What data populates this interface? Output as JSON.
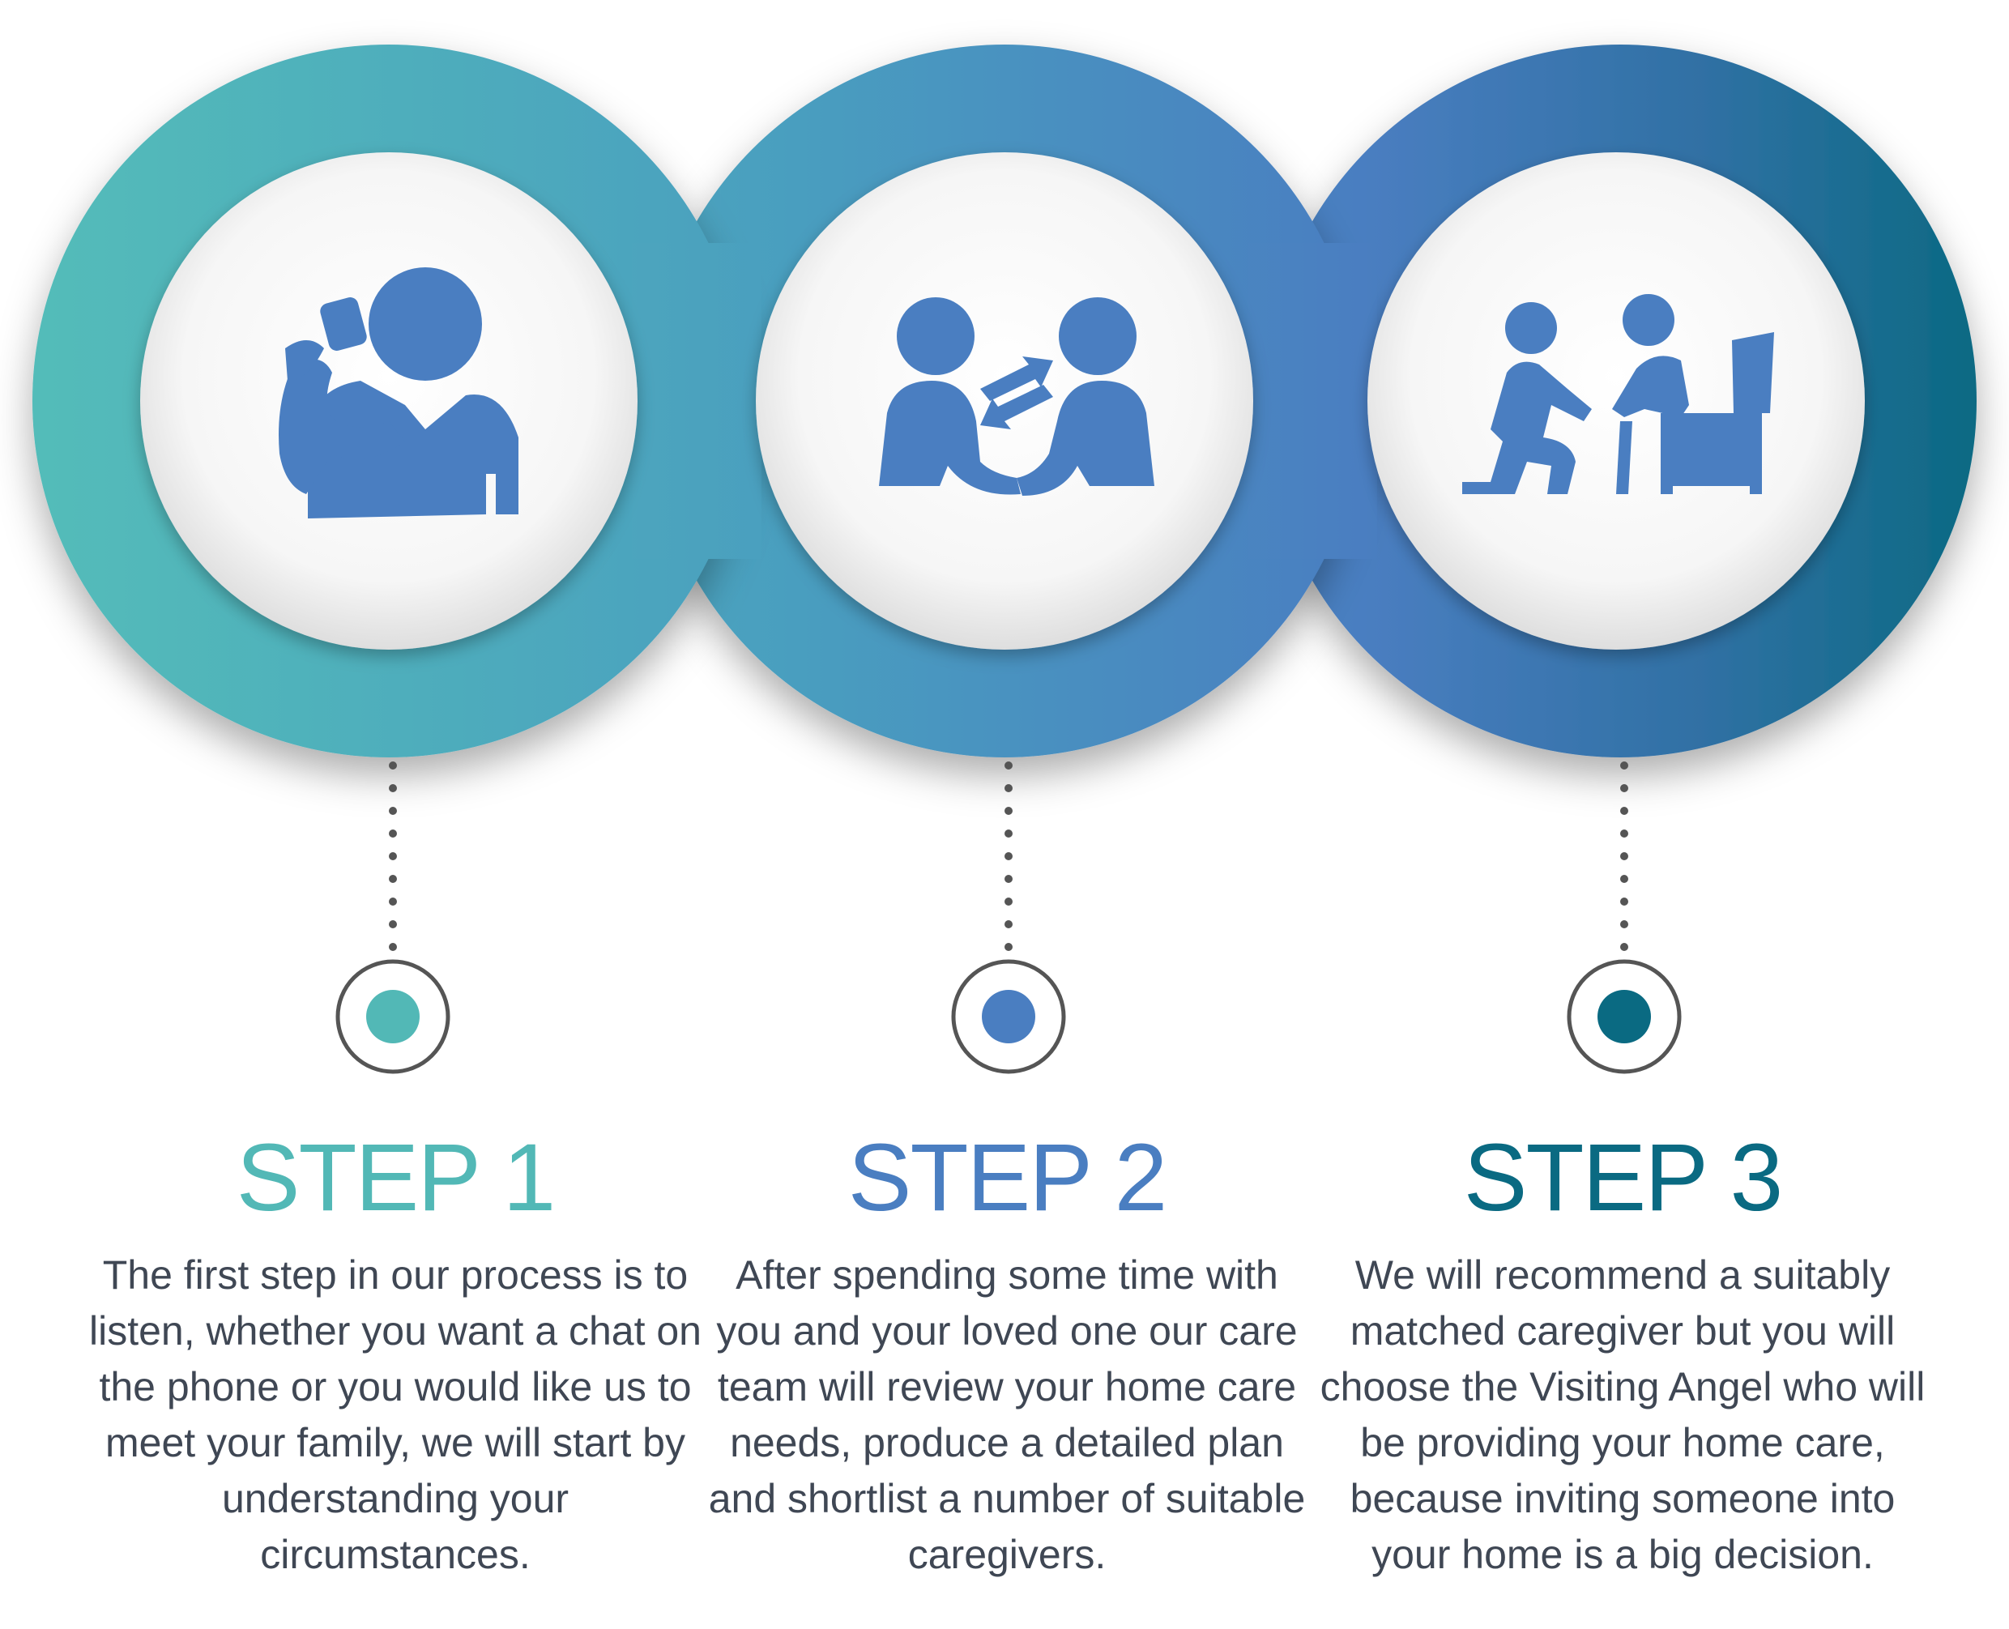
{
  "colors": {
    "teal": "#52b8b6",
    "blue": "#4a7ec1",
    "dark_teal": "#0a6a82",
    "body_text": "#3f4754",
    "connector": "#555555"
  },
  "steps": [
    {
      "title": "STEP 1",
      "text": "The first step in our process is to listen, whether you want a chat on the phone or you would like us to meet your family, we will start by understanding your circumstances.",
      "icon": "person-on-phone-icon",
      "accent": "#52b8b6"
    },
    {
      "title": "STEP 2",
      "text": "After spending some time with you and your loved one our care team will review your home care needs, produce a detailed plan and shortlist a number of suitable caregivers.",
      "icon": "two-people-exchange-icon",
      "accent": "#4a7ec1"
    },
    {
      "title": "STEP 3",
      "text": "We will recommend a suitably matched caregiver but you will choose the Visiting Angel who will be providing your home care, because inviting someone into your home is a big decision.",
      "icon": "caregiver-with-senior-icon",
      "accent": "#0a6a82"
    }
  ]
}
